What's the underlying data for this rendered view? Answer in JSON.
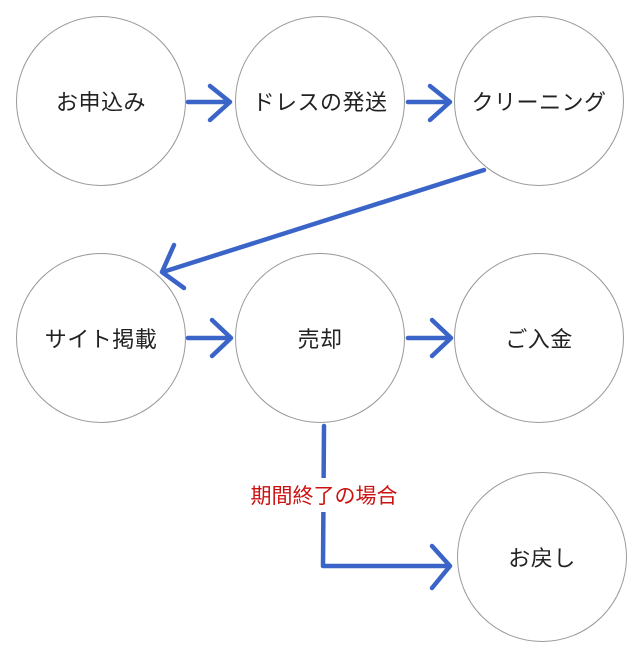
{
  "diagram": {
    "title": "",
    "colors": {
      "arrow": "#3a64c8",
      "node_border": "#9a9a9a",
      "node_text": "#222222",
      "condition_text": "#cc1111"
    },
    "nodes": {
      "apply": "お申込み",
      "ship": "ドレスの発送",
      "cleaning": "クリーニング",
      "listing": "サイト掲載",
      "sale": "売却",
      "payment": "ご入金",
      "return": "お戻し"
    },
    "condition_label": "期間終了の場合"
  }
}
